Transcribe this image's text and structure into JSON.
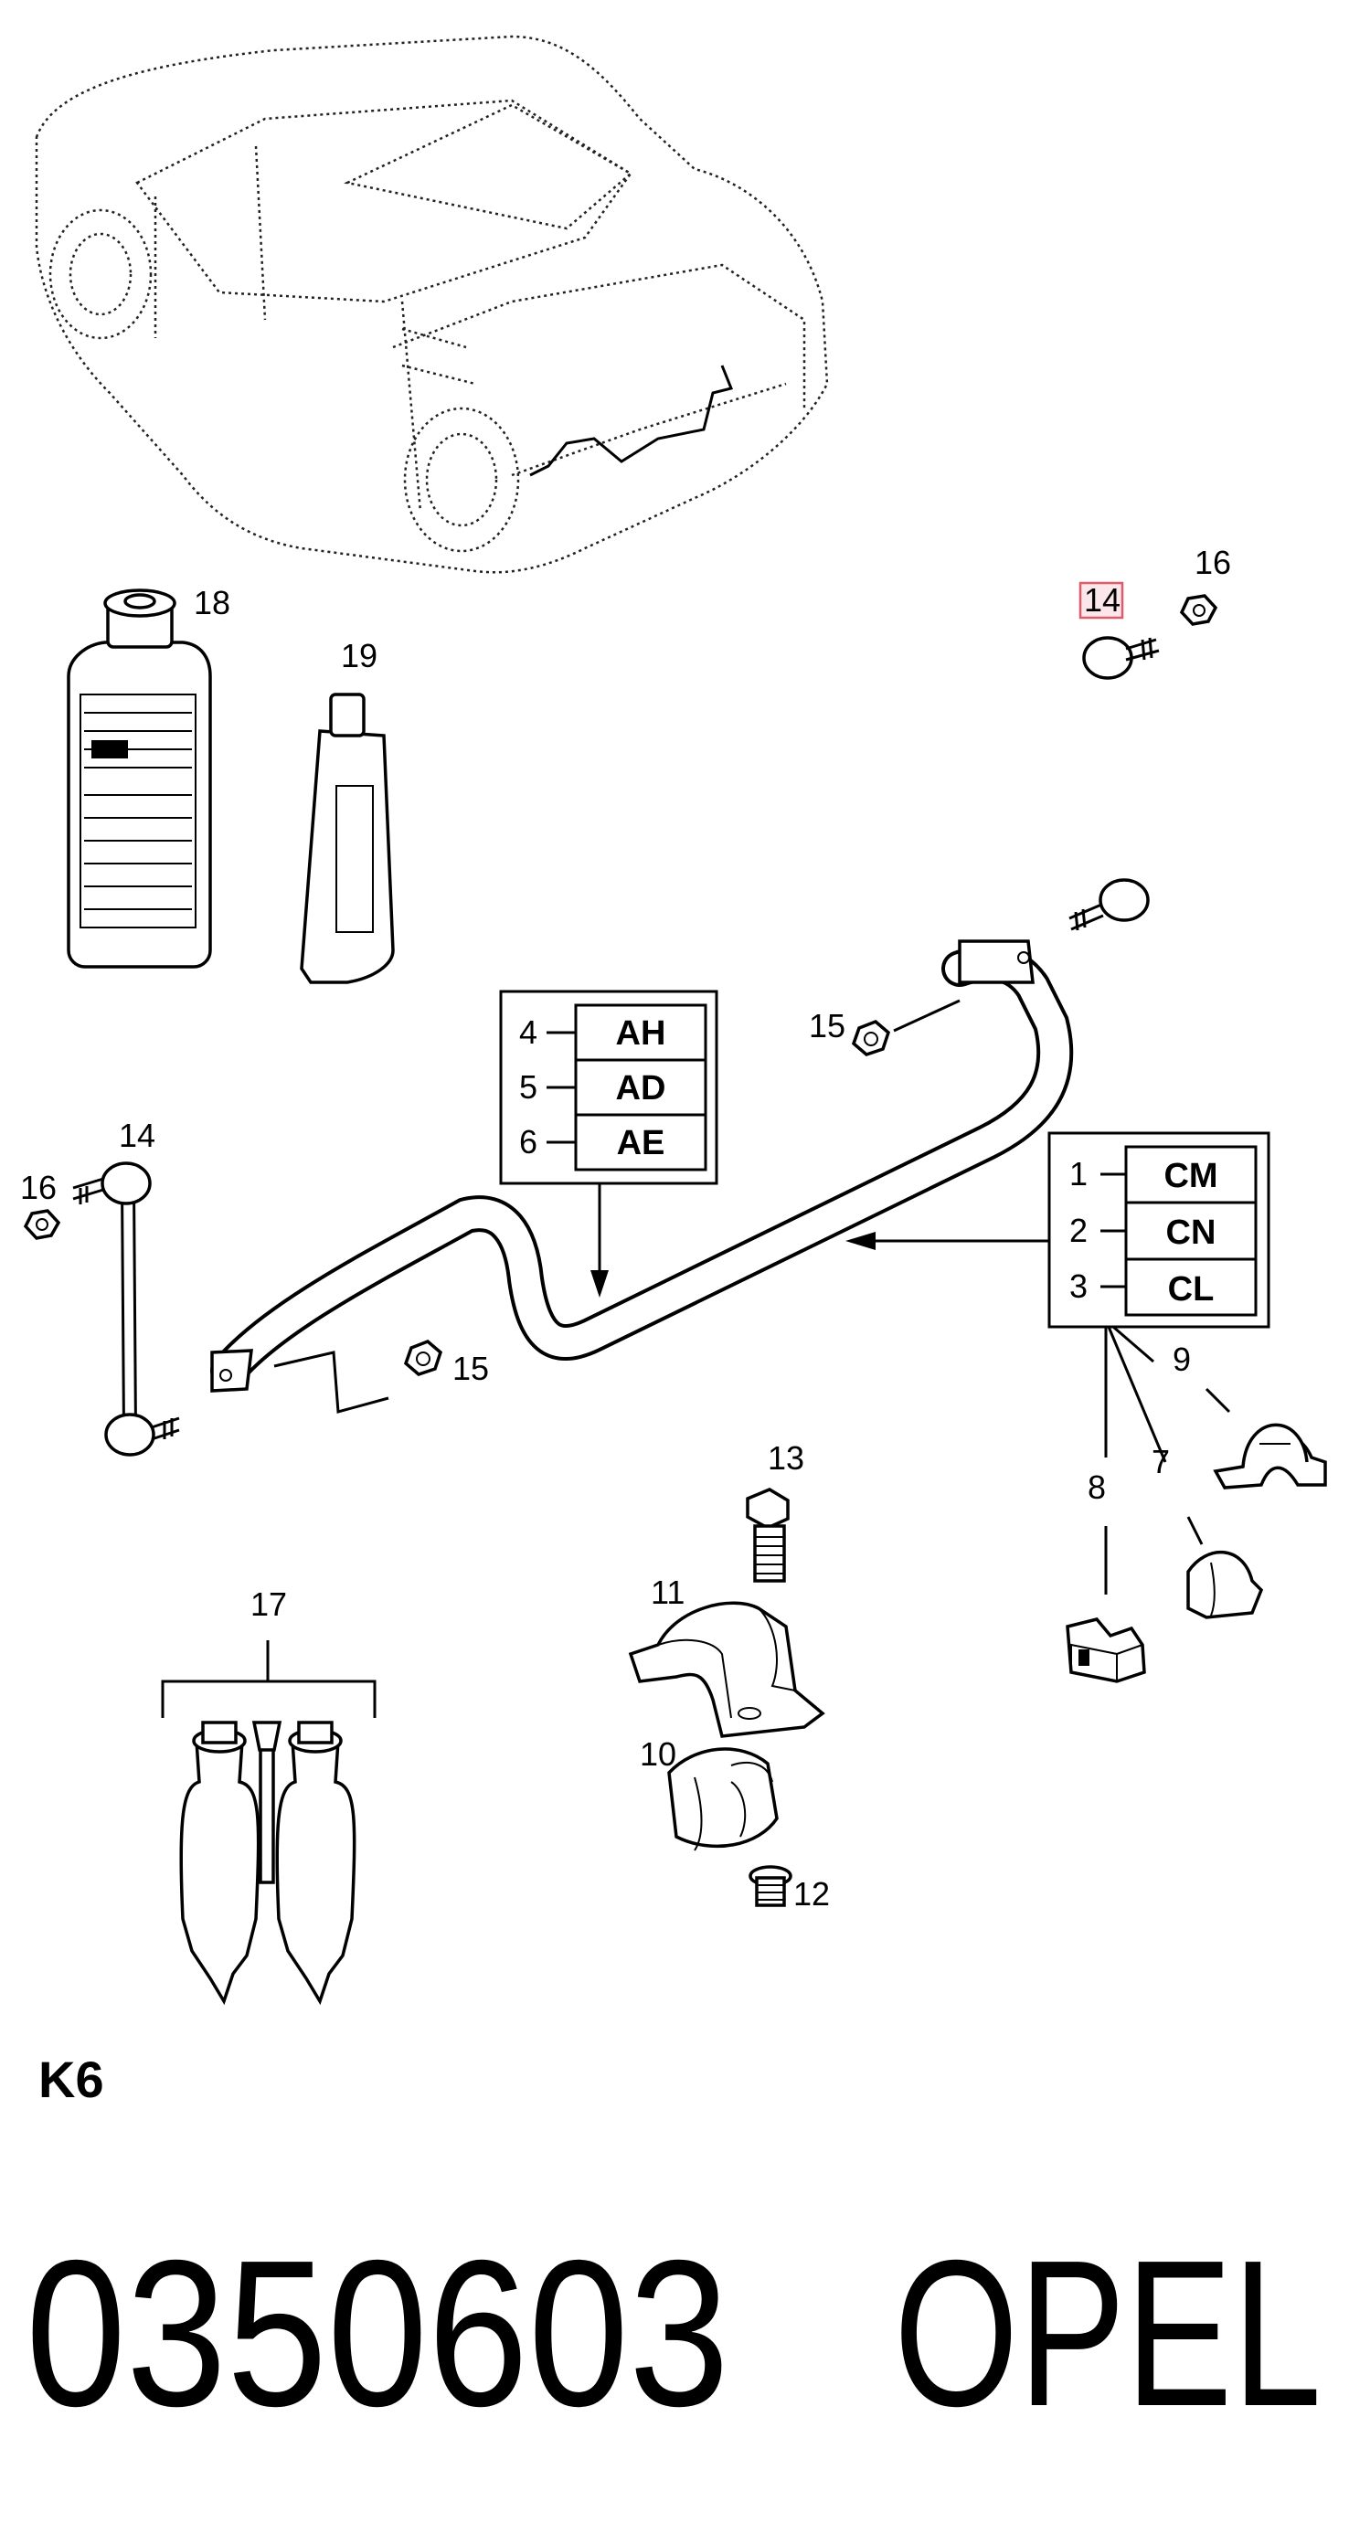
{
  "callouts": {
    "c1": "1",
    "c2": "2",
    "c3": "3",
    "c4": "4",
    "c5": "5",
    "c6": "6",
    "c7": "7",
    "c8": "8",
    "c9": "9",
    "c10": "10",
    "c11": "11",
    "c12": "12",
    "c13": "13",
    "c14_top": "14",
    "c14_left": "14",
    "c15_top": "15",
    "c15_bottom": "15",
    "c16_top": "16",
    "c16_left": "16",
    "c17": "17",
    "c18": "18",
    "c19": "19"
  },
  "option_box_left": {
    "codes": [
      "AH",
      "AD",
      "AE"
    ]
  },
  "option_box_right": {
    "codes": [
      "CM",
      "CN",
      "CL"
    ]
  },
  "section_code": "K6",
  "part_number": "0350603",
  "brand": "OPEL",
  "highlight_color": "#e05a6a"
}
